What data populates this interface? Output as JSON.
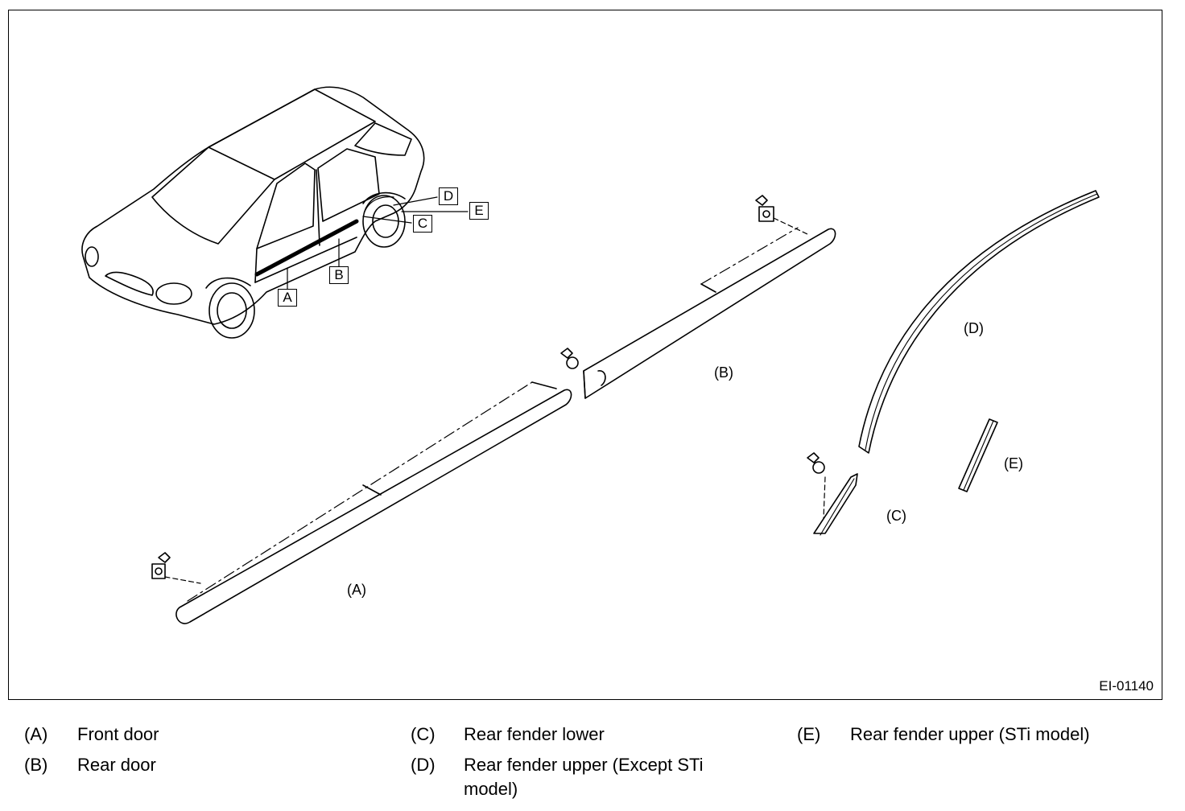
{
  "figure": {
    "id_label": "EI-01140",
    "part_labels": {
      "A": "(A)",
      "B": "(B)",
      "C": "(C)",
      "D": "(D)",
      "E": "(E)"
    },
    "callouts": [
      "A",
      "B",
      "C",
      "D",
      "E"
    ]
  },
  "legend": [
    {
      "key": "(A)",
      "text": "Front door"
    },
    {
      "key": "(B)",
      "text": "Rear door"
    },
    {
      "key": "(C)",
      "text": "Rear fender lower"
    },
    {
      "key": "(D)",
      "text": "Rear fender upper (Except STi model)"
    },
    {
      "key": "(E)",
      "text": "Rear fender upper (STi model)"
    }
  ]
}
